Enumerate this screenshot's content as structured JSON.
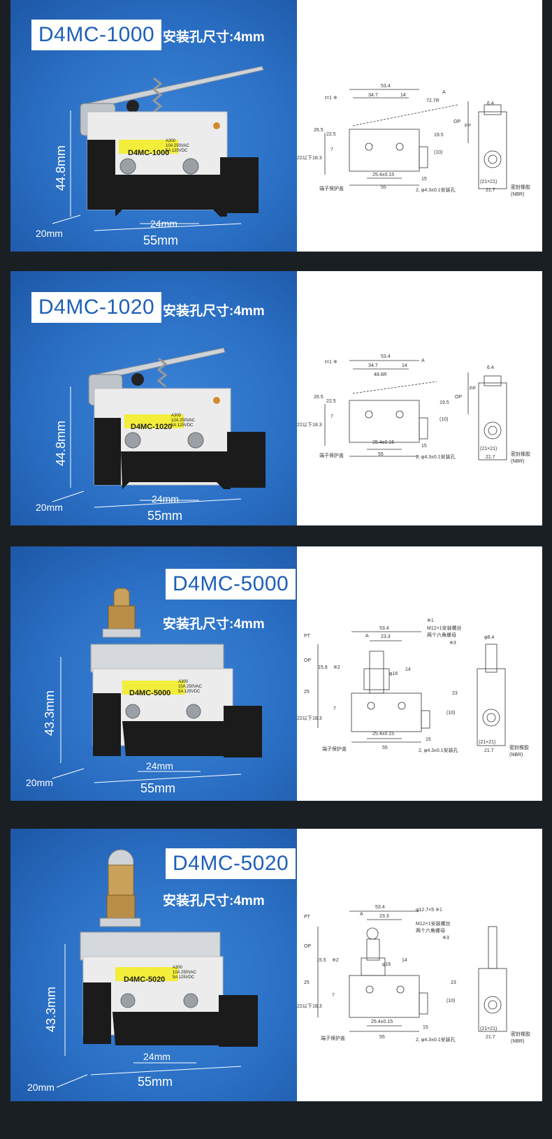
{
  "products": [
    {
      "model": "D4MC-1000",
      "hole_label": "安装孔尺寸:4mm",
      "sticker_model": "D4MC-1000",
      "rating": [
        "A300",
        "10A 250VAC",
        "5A 125VDC"
      ],
      "dims": {
        "height": "44.8mm",
        "depth": "20mm",
        "pitch": "24mm",
        "length": "55mm"
      },
      "drawing": {
        "labels": [
          "t=1 ※",
          "53.4",
          "34.7",
          "14",
          "72.7R",
          "A",
          "6.4",
          "26.5",
          "22.5",
          "19.5",
          "OP",
          "FP",
          "22以下",
          "18.3",
          "7",
          "(10)",
          "25.4±0.15",
          "15",
          "端子保护盖",
          "55",
          "2, φ4.3±0.1安装孔",
          "(21×21)",
          "21.7",
          "密封橡胶",
          "(NBR)"
        ]
      }
    },
    {
      "model": "D4MC-1020",
      "hole_label": "安装孔尺寸:4mm",
      "sticker_model": "D4MC-1020",
      "rating": [
        "A300",
        "10A 250VAC",
        "5A 125VDC"
      ],
      "dims": {
        "height": "44.8mm",
        "depth": "20mm",
        "pitch": "24mm",
        "length": "55mm"
      },
      "drawing": {
        "labels": [
          "t=1 ※",
          "53.4",
          "34.7",
          "14",
          "48.6R",
          "A",
          "6.4",
          "26.5",
          "22.5",
          "19.5",
          "OP",
          "FP",
          "22以下",
          "18.3",
          "7",
          "(10)",
          "25.4±0.15",
          "15",
          "端子保护盖",
          "55",
          "2, φ4.3±0.1安装孔",
          "(21×21)",
          "21.7",
          "密封橡胶",
          "(NBR)"
        ]
      }
    },
    {
      "model": "D4MC-5000",
      "hole_label": "安装孔尺寸:4mm",
      "sticker_model": "D4MC-5000",
      "rating": [
        "A300",
        "10A 250VAC",
        "5A 125VDC"
      ],
      "dims": {
        "height": "43.3mm",
        "depth": "20mm",
        "pitch": "24mm",
        "length": "55mm"
      },
      "drawing": {
        "labels": [
          "※1",
          "PT",
          "53.4",
          "23.3",
          "M12×1安装螺丝",
          "两个六角螺母",
          "※3",
          "A",
          "φ8.4",
          "OP",
          "15.8",
          "※2",
          "φ16",
          "14",
          "25",
          "23",
          "22以下",
          "18.3",
          "7",
          "(10)",
          "25.4±0.15",
          "15",
          "端子保护盖",
          "55",
          "2, φ4.3±0.1安装孔",
          "(21×21)",
          "21.7",
          "密封橡胶",
          "(NBR)"
        ]
      }
    },
    {
      "model": "D4MC-5020",
      "hole_label": "安装孔尺寸:4mm",
      "sticker_model": "D4MC-5020",
      "rating": [
        "A300",
        "10A 250VAC",
        "5A 125VDC"
      ],
      "dims": {
        "height": "43.3mm",
        "depth": "20mm",
        "pitch": "24mm",
        "length": "55mm"
      },
      "drawing": {
        "labels": [
          "PT",
          "53.4",
          "φ12.7×5 ※1",
          "A",
          "23.3",
          "M12×1安装螺丝",
          "两个六角螺母",
          "※3",
          "OP",
          "15.5",
          "※2",
          "φ16",
          "14",
          "25",
          "23",
          "22以下",
          "18.3",
          "7",
          "(10)",
          "25.4±0.15",
          "15",
          "端子保护盖",
          "55",
          "2, φ4.3±0.1安装孔",
          "(21×21)",
          "21.7",
          "密封橡胶",
          "(NBR)"
        ]
      }
    }
  ],
  "colors": {
    "blue": "#2a6fc4",
    "title_text": "#1d5fb8",
    "sticker": "#f2ee3a",
    "body": "#ececec",
    "base": "#1b1b1b"
  }
}
